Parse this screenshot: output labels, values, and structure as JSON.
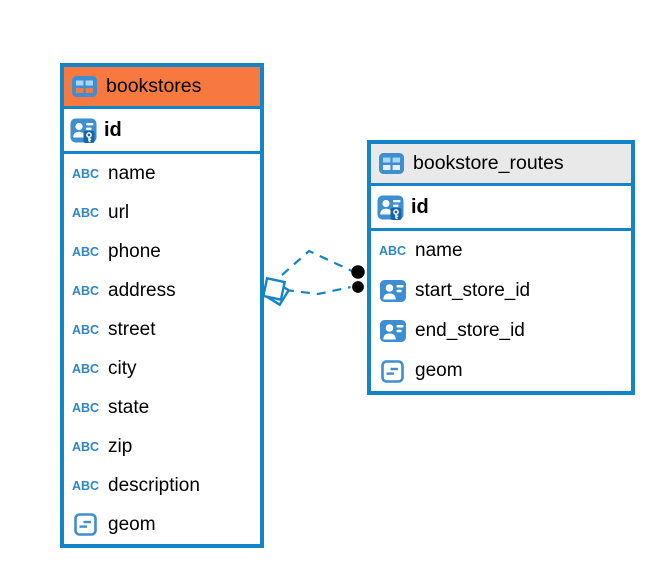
{
  "diagram": {
    "tables": [
      {
        "name": "bookstores",
        "header_color": "#f8793f",
        "primary_key": "id",
        "columns": [
          {
            "name": "name",
            "type": "text"
          },
          {
            "name": "url",
            "type": "text"
          },
          {
            "name": "phone",
            "type": "text"
          },
          {
            "name": "address",
            "type": "text"
          },
          {
            "name": "street",
            "type": "text"
          },
          {
            "name": "city",
            "type": "text"
          },
          {
            "name": "state",
            "type": "text"
          },
          {
            "name": "zip",
            "type": "text"
          },
          {
            "name": "description",
            "type": "text"
          },
          {
            "name": "geom",
            "type": "geometry"
          }
        ]
      },
      {
        "name": "bookstore_routes",
        "header_color": "#e9e9e9",
        "primary_key": "id",
        "columns": [
          {
            "name": "name",
            "type": "text"
          },
          {
            "name": "start_store_id",
            "type": "foreign_key"
          },
          {
            "name": "end_store_id",
            "type": "foreign_key"
          },
          {
            "name": "geom",
            "type": "geometry"
          }
        ]
      }
    ],
    "relationship": {
      "from_table": "bookstore_routes",
      "to_table": "bookstores",
      "style": "dashed",
      "line_color": "#1484ca",
      "endpoint_left": "diamond",
      "endpoint_right": "two-black-dots"
    },
    "colors": {
      "border_blue": "#1484ca",
      "icon_blue": "#3e8ed2",
      "orange_header": "#f8793f",
      "gray_header": "#e9e9e9"
    },
    "icons": {
      "text_type_label": "ABC"
    }
  }
}
